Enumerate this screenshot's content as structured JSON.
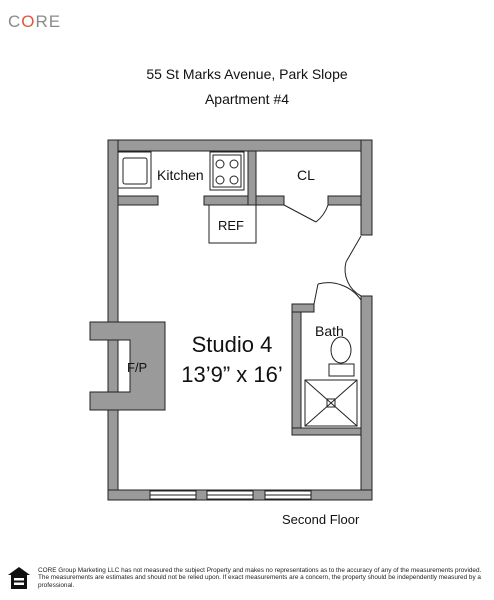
{
  "brand": {
    "logo_text_pre": "C",
    "logo_text_o": "O",
    "logo_text_post": "RE",
    "accent_color": "#e0573a",
    "logo_color": "#8a8a8a"
  },
  "header": {
    "address": "55 St Marks Avenue, Park Slope",
    "unit": "Apartment #4"
  },
  "plan": {
    "wall_color": "#9a9a9a",
    "rooms": {
      "kitchen": "Kitchen",
      "closet": "CL",
      "refrigerator": "REF",
      "bath": "Bath",
      "fireplace": "F/P",
      "studio_name": "Studio 4",
      "studio_dims": "13’9” x 16’"
    }
  },
  "floor_label": "Second Floor",
  "footer": {
    "icon": "equal-housing-icon",
    "disclaimer": "CORE Group Marketing LLC has not measured the subject Property and makes no representations as to the accuracy of any of the measurements provided. The measurements are estimates and should not be relied upon. If exact measurements are a concern, the property should be independently measured by a professional."
  }
}
